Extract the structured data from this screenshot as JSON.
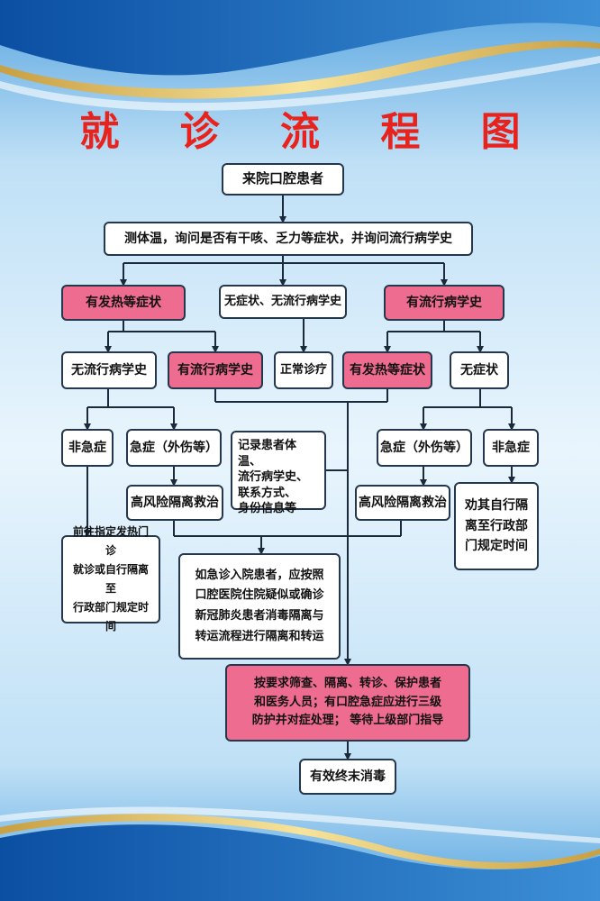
{
  "title": "就 诊 流 程 图",
  "colors": {
    "pink": "#ee6c90",
    "border": "#25374c",
    "title": "#e8221d",
    "line": "#1b2a3a"
  },
  "nodes": {
    "start": "来院口腔患者",
    "screen": "测体温，询问是否有干咳、乏力等症状，并询问流行病学史",
    "fever_symptoms": "有发热等症状",
    "no_symptom_no_history": "无症状、无流行病学史",
    "has_epi_history": "有流行病学史",
    "left_no_history": "无流行病学史",
    "left_has_history": "有流行病学史",
    "normal_treatment": "正常诊疗",
    "right_fever": "有发热等症状",
    "right_no_symptom": "无症状",
    "left_non_urgent": "非急症",
    "left_urgent": "急症（外伤等）",
    "record_info": "记录患者体温、\n流行病学史、\n联系方式、\n身份信息等",
    "right_urgent": "急症（外伤等）",
    "right_non_urgent": "非急症",
    "left_high_risk": "高风险隔离救治",
    "right_high_risk": "高风险隔离救治",
    "persuade_isolate": "劝其自行隔\n离至行政部\n门规定时间",
    "go_fever_clinic": "前往指定发热门诊\n就诊或自行隔离至\n行政部门规定时间",
    "inpatient_rule": "如急诊入院患者，应按照\n口腔医院住院疑似或确诊\n新冠肺炎患者消毒隔离与\n转运流程进行隔离和转运",
    "screen_protect": "按要求筛查、隔离、转诊、保护患者\n和医务人员；有口腔急症应进行三级\n防护并对症处理；  等待上级部门指导",
    "disinfect": "有效终末消毒"
  }
}
